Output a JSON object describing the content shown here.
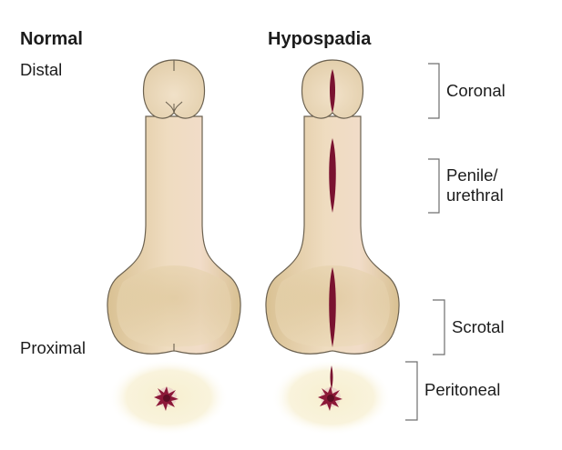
{
  "headings": {
    "normal": "Normal",
    "hypospadia": "Hypospadia"
  },
  "labels": {
    "distal": "Distal",
    "proximal": "Proximal"
  },
  "regions": {
    "coronal": "Coronal",
    "penile_line1": "Penile/",
    "penile_line2": "urethral",
    "scrotal": "Scrotal",
    "peritoneal": "Peritoneal"
  },
  "colors": {
    "skin": "#e6d3ac",
    "skin_outline": "#6b6150",
    "shadow": "#c9b487",
    "opening": "#7a1230",
    "perineum": "#f5eccc",
    "anus": "#8c1838",
    "bracket": "#6f6f6f"
  }
}
